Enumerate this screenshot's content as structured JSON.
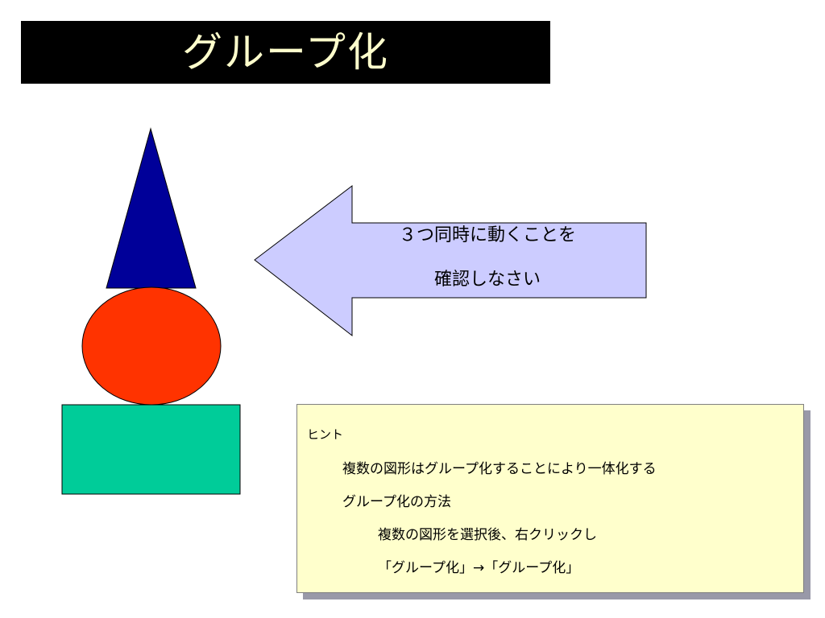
{
  "slide": {
    "title": "グループ化"
  },
  "arrow": {
    "line1": "３つ同時に動くことを",
    "line2": "確認しなさい"
  },
  "hint": {
    "title": "ヒント",
    "lines": [
      "複数の図形はグループ化することにより一体化する",
      "グループ化の方法",
      "複数の図形を選択後、右クリックし",
      "「グループ化」→「グループ化」"
    ]
  },
  "colors": {
    "title_bg": "#000000",
    "title_text": "#ffffcc",
    "triangle": "#000099",
    "ellipse": "#ff3300",
    "rectangle": "#00cc99",
    "arrow_fill": "#ccccff",
    "hint_bg": "#ffffcc",
    "hint_shadow": "#9999a8"
  }
}
